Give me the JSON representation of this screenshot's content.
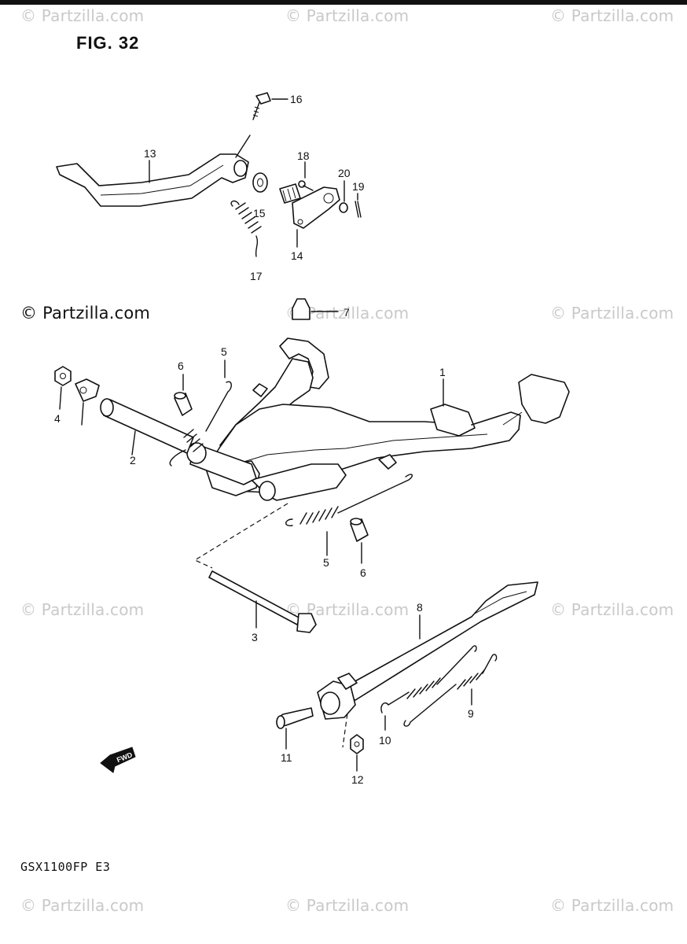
{
  "figure": {
    "title": "FIG. 32",
    "model": "GSX1100FP  E3"
  },
  "watermarks": {
    "text": "© Partzilla.com",
    "prominent": "© Partzilla.com"
  },
  "fwd_label": "FWD",
  "callouts": [
    {
      "id": "1",
      "label": "1"
    },
    {
      "id": "2",
      "label": "2"
    },
    {
      "id": "3",
      "label": "3"
    },
    {
      "id": "4",
      "label": "4"
    },
    {
      "id": "5a",
      "label": "5"
    },
    {
      "id": "5b",
      "label": "5"
    },
    {
      "id": "6a",
      "label": "6"
    },
    {
      "id": "6b",
      "label": "6"
    },
    {
      "id": "7",
      "label": "7"
    },
    {
      "id": "8",
      "label": "8"
    },
    {
      "id": "9",
      "label": "9"
    },
    {
      "id": "10",
      "label": "10"
    },
    {
      "id": "11",
      "label": "11"
    },
    {
      "id": "12",
      "label": "12"
    },
    {
      "id": "13",
      "label": "13"
    },
    {
      "id": "14",
      "label": "14"
    },
    {
      "id": "15",
      "label": "15"
    },
    {
      "id": "16",
      "label": "16"
    },
    {
      "id": "17",
      "label": "17"
    },
    {
      "id": "18",
      "label": "18"
    },
    {
      "id": "19",
      "label": "19"
    },
    {
      "id": "20",
      "label": "20"
    }
  ],
  "colors": {
    "ink": "#111111",
    "watermark": "#c9c9c9",
    "paper": "#ffffff"
  }
}
